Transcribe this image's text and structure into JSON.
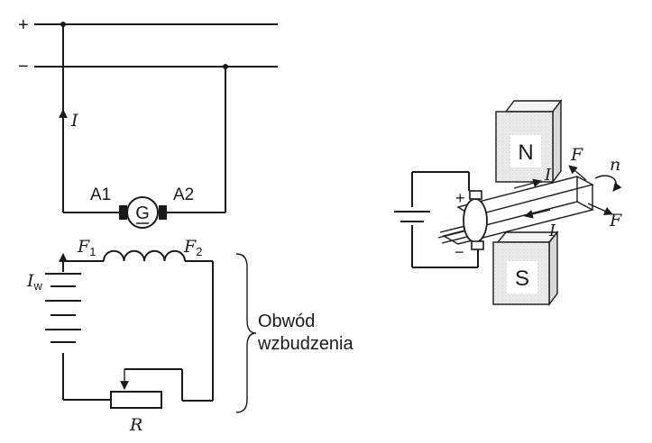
{
  "circuit": {
    "plus_sign": "+",
    "minus_sign": "−",
    "current_symbol": "I",
    "terminal_a1": "A1",
    "terminal_a2": "A2",
    "generator_symbol": "G",
    "field_terminal_1": {
      "base": "F",
      "sub": "1"
    },
    "field_terminal_2": {
      "base": "F",
      "sub": "2"
    },
    "excitation_current": {
      "base": "I",
      "sub": "w"
    },
    "resistor_symbol": "R",
    "excitation_label_line1": "Obwód",
    "excitation_label_line2": "wzbudzenia"
  },
  "motor": {
    "pole_north": "N",
    "pole_south": "S",
    "force_symbol_top": "F",
    "force_symbol_right": "F",
    "rotation_symbol": "n",
    "current_top": "I",
    "current_bottom": "I",
    "brush_plus": "+",
    "brush_minus": "−"
  },
  "colors": {
    "ink": "#1a1a1a",
    "magnet_fill": "#e6e6e6",
    "background": "#ffffff"
  }
}
